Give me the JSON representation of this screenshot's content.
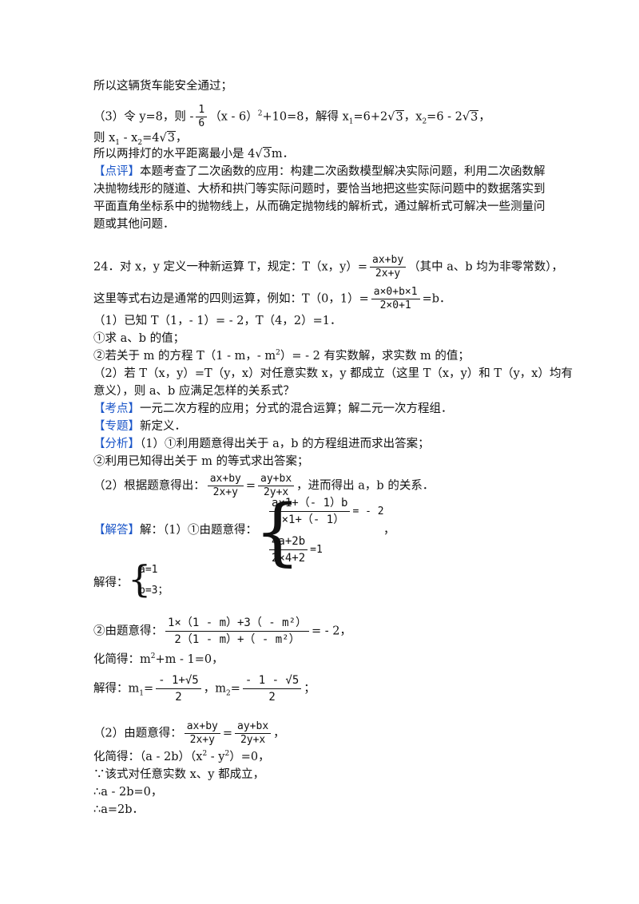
{
  "p23": {
    "l1": "所以这辆货车能安全通过；",
    "l2a": "（3）令 y=8，则 -",
    "l2_frac_num": "1",
    "l2_frac_den": "6",
    "l2b": "（x - 6）",
    "l2_sup": "2",
    "l2c": "+10=8，解得 x",
    "l2_sub1": "1",
    "l2d": "=6+2",
    "l2_r1": "3",
    "l2e": "，x",
    "l2_sub2": "2",
    "l2f": "=6 - 2",
    "l2_r2": "3",
    "l2g": "，",
    "l3a": "则 x",
    "l3_sub1": "1",
    "l3b": " - x",
    "l3_sub2": "2",
    "l3c": "=4",
    "l3_r": "3",
    "l3d": "，",
    "l4a": "所以两排灯的水平距离最小是 4",
    "l4_r": "3",
    "l4b": "m．",
    "review_tag": "【点评】",
    "review_1": "本题考查了二次函数的应用：构建二次函数模型解决实际问题，利用二次函数解",
    "review_2": "决抛物线形的隧道、大桥和拱门等实际问题时，要恰当地把这些实际问题中的数据落实到",
    "review_3": "平面直角坐标系中的抛物线上，从而确定抛物线的解析式，通过解析式可解决一些测量问",
    "review_4": "题或其他问题．"
  },
  "p24": {
    "q1a": "24．对 x，y 定义一种新运算 T，规定：T（x，y）=",
    "q1_num": "ax+by",
    "q1_den": "2x+y",
    "q1b": "（其中 a、b 均为非零常数），",
    "q2a": "这里等式右边是通常的四则运算，例如：T（0，1）=",
    "q2_num": "a×0+b×1",
    "q2_den": "2×0+1",
    "q2b": "=b．",
    "q3": "（1）已知 T（1，- 1）= - 2，T（4，2）=1．",
    "q4": "①求 a、b 的值；",
    "q5a": "②若关于 m 的方程 T（1 - m，- m",
    "q5_sup": "2",
    "q5b": "）= - 2 有实数解，求实数 m 的值；",
    "q6": "（2）若 T（x，y）=T（y，x）对任意实数 x，y 都成立（这里 T（x，y）和 T（y，x）均有",
    "q7": "意义），则 a、b 应满足怎样的关系式？",
    "kd_tag": "【考点】",
    "kd": "一元二次方程的应用；分式的混合运算；解二元一次方程组．",
    "zt_tag": "【专题】",
    "zt": "新定义．",
    "fx_tag": "【分析】",
    "fx1": "（1）①利用题意得出关于 a，b 的方程组进而求出答案；",
    "fx2": "②利用已知得出关于 m 的等式求出答案；",
    "fx3a": "（2）根据题意得出：",
    "fx3_n1": "ax+by",
    "fx3_d1": "2x+y",
    "fx3_eq": "=",
    "fx3_n2": "ay+bx",
    "fx3_d2": "2y+x",
    "fx3b": "，进而得出 a，b 的关系．",
    "jd_tag": "【解答】",
    "jd1": "解：（1）①由题意得：",
    "sys1_num": "a×1+（- 1）b",
    "sys1_den": "2×1+（- 1）",
    "sys1_rhs": "= - 2",
    "sys2_num": "4a+2b",
    "sys2_den": "2×4+2",
    "sys2_rhs": "=1",
    "sys_comma": "，",
    "jd2": "解得：",
    "sol_a": "a=1",
    "sol_b": "b=3",
    "sol_semi": "；",
    "jd3a": "②由题意得：",
    "jd3_num": "1×（1 - m）+3（ - m²）",
    "jd3_den": "2（1 - m）+（ - m²）",
    "jd3b": "= - 2，",
    "jd4a": "化简得：m",
    "jd4_sup": "2",
    "jd4b": "+m - 1=0，",
    "jd5a": "解得：m",
    "jd5_sub1": "1",
    "jd5_eq1": "=",
    "jd5_n1": "- 1+√5",
    "jd5_d1": "2",
    "jd5_mid": "，m",
    "jd5_sub2": "2",
    "jd5_eq2": "=",
    "jd5_n2": "- 1 - √5",
    "jd5_d2": "2",
    "jd5_end": "；",
    "jd6a": "（2）由题意得：",
    "jd6_n1": "ax+by",
    "jd6_d1": "2x+y",
    "jd6_eq": "=",
    "jd6_n2": "ay+bx",
    "jd6_d2": "2y+x",
    "jd6b": "，",
    "jd7a": "化简得：（a - 2b）（x",
    "jd7_sup1": "2",
    "jd7b": " - y",
    "jd7_sup2": "2",
    "jd7c": "）=0，",
    "jd8": "∵该式对任意实数 x、y 都成立，",
    "jd9": "∴a - 2b=0，",
    "jd10": "∴a=2b．"
  }
}
